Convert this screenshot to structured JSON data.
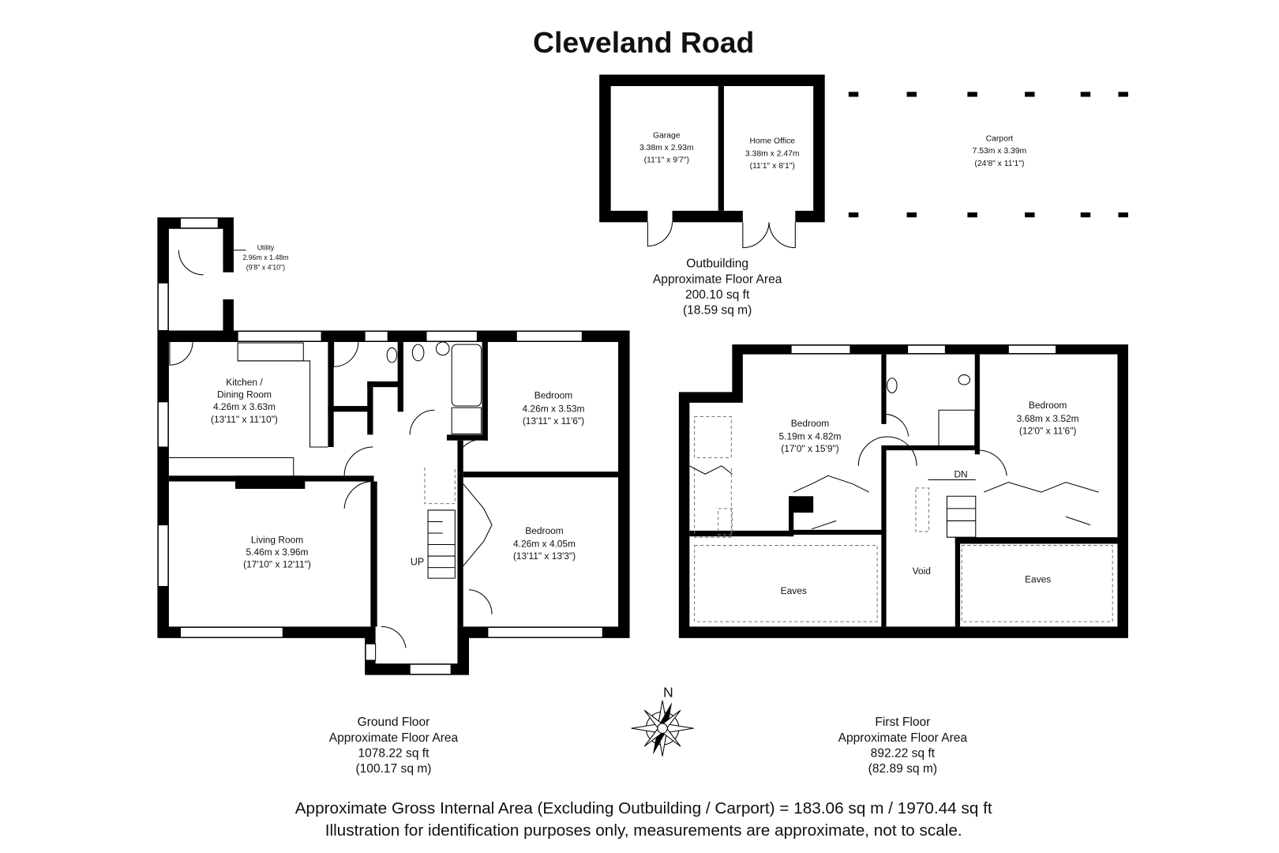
{
  "title": "Cleveland Road",
  "outbuilding": {
    "rooms": [
      {
        "name": "Garage",
        "metric": "3.38m x 2.93m",
        "imperial": "(11'1\" x 9'7\")"
      },
      {
        "name": "Home Office",
        "metric": "3.38m x 2.47m",
        "imperial": "(11'1\" x 8'1\")"
      },
      {
        "name": "Carport",
        "metric": "7.53m x 3.39m",
        "imperial": "(24'8\" x 11'1\")"
      }
    ],
    "area": {
      "label1": "Outbuilding",
      "label2": "Approximate Floor Area",
      "sqft": "200.10 sq ft",
      "sqm": "(18.59 sq m)"
    }
  },
  "ground_floor": {
    "rooms": [
      {
        "name": "Utility",
        "metric": "2.96m x 1.48m",
        "imperial": "(9'8\" x 4'10\")"
      },
      {
        "name": "Kitchen /",
        "name2": "Dining Room",
        "metric": "4.26m x 3.63m",
        "imperial": "(13'11\" x 11'10\")"
      },
      {
        "name": "Bedroom",
        "metric": "4.26m x 3.53m",
        "imperial": "(13'11\" x 11'6\")"
      },
      {
        "name": "Living Room",
        "metric": "5.46m x 3.96m",
        "imperial": "(17'10\" x 12'11\")"
      },
      {
        "name": "Bedroom",
        "metric": "4.26m x 4.05m",
        "imperial": "(13'11\" x 13'3\")"
      }
    ],
    "stairs_label": "UP",
    "area": {
      "label1": "Ground Floor",
      "label2": "Approximate Floor Area",
      "sqft": "1078.22 sq ft",
      "sqm": "(100.17 sq m)"
    }
  },
  "first_floor": {
    "rooms": [
      {
        "name": "Bedroom",
        "metric": "5.19m x 4.82m",
        "imperial": "(17'0\" x 15'9\")"
      },
      {
        "name": "Bedroom",
        "metric": "3.68m x 3.52m",
        "imperial": "(12'0\" x 11'6\")"
      },
      {
        "name": "Eaves"
      },
      {
        "name": "Void"
      },
      {
        "name": "Eaves"
      }
    ],
    "stairs_label": "DN",
    "area": {
      "label1": "First Floor",
      "label2": "Approximate Floor Area",
      "sqft": "892.22 sq ft",
      "sqm": "(82.89 sq m)"
    }
  },
  "compass": {
    "label": "N"
  },
  "footer": {
    "line1": "Approximate Gross Internal Area (Excluding Outbuilding / Carport) = 183.06 sq m / 1970.44 sq ft",
    "line2": "Illustration for identification purposes only, measurements are approximate, not to scale."
  }
}
